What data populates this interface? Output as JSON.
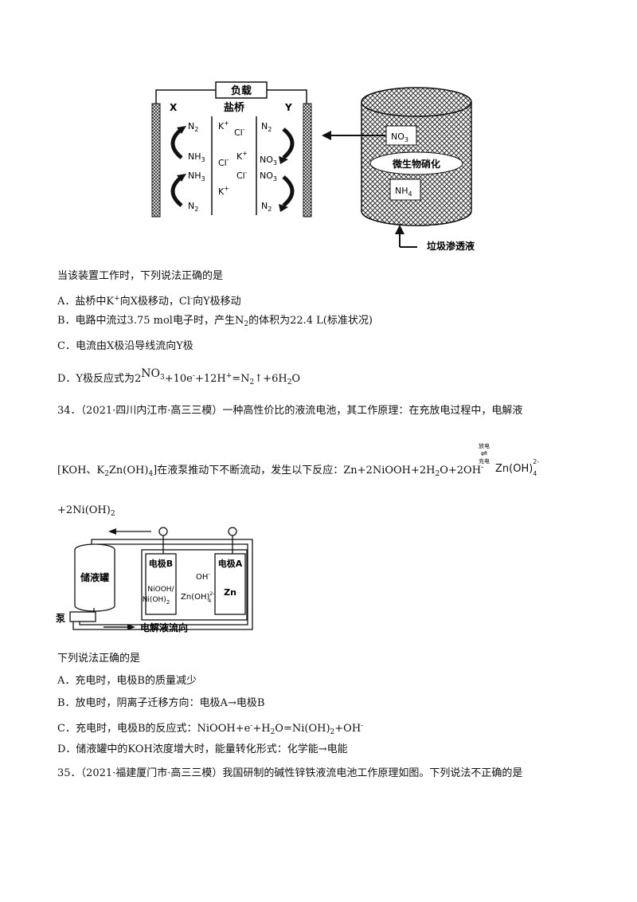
{
  "fig1": {
    "load": "负载",
    "salt_bridge": "盐桥",
    "x_label": "X",
    "y_label": "Y",
    "n2": "N",
    "n2_sub": "2",
    "nh3": "NH",
    "nh3_sub": "3",
    "k_plus": "K",
    "plus": "+",
    "cl_minus": "Cl",
    "minus": "-",
    "no3": "NO",
    "no3_sub": "3",
    "nitrification": "微生物硝化",
    "nh4": "NH",
    "nh4_sub": "4",
    "leachate": "垃圾渗透液"
  },
  "q33": {
    "stem": "当该装置工作时，下列说法正确的是",
    "a_pre": "A．盐桥中K",
    "a_mid": "向X极移动，Cl",
    "a_post": "向Y极移动",
    "b_pre": "B．电路中流过3.75 mol电子时，产生N",
    "b_post": "的体积为22.4 L(标准状况)",
    "c": "C．电流由X极沿导线流向Y极",
    "d_pre": "D．Y极反应式为2",
    "d_no3": "NO",
    "d_no3_sub": "3",
    "d_mid1": "+10e",
    "d_mid2": "+12H",
    "d_mid3": "=N",
    "d_mid4": "↑+6H",
    "d_end": "O"
  },
  "q34": {
    "line1": "34．（2021·四川内江市·高三三模）一种高性价比的液流电池，其工作原理：在充放电过程中，电解液",
    "line2_pre": "[KOH、K",
    "line2_mid": "Zn(OH)",
    "line2_post": "]在液泵推动下不断流动，发生以下反应：Zn+2NiOOH+2H",
    "line2_tail": "O+2OH",
    "discharge": "放电",
    "charge": "充电",
    "zn_oh": "Zn(OH)",
    "zn_sup": "2-",
    "zn_sub": "4",
    "line3": "+2Ni(OH)",
    "line3_sub": "2",
    "stem": "下列说法正确的是",
    "a": "A．充电时，电极B的质量减少",
    "b": "B．放电时，阴离子迁移方向：电极A→电极B",
    "c_pre": "C．充电时，电极B的反应式：NiOOH+e",
    "c_mid": "+H",
    "c_mid2": "O=Ni(OH)",
    "c_end": "+OH",
    "d": "D．储液罐中的KOH浓度增大时，能量转化形式：化学能→电能"
  },
  "fig2": {
    "tank": "储液罐",
    "electrode_b": "电极B",
    "electrode_a": "电极A",
    "niooh": "NiOOH/",
    "nioh2": "Ni(OH)",
    "oh": "OH",
    "znoh4": "Zn(OH)",
    "zn": "Zn",
    "pump": "泵",
    "flow": "电解液流向"
  },
  "q35": {
    "line1": "35．（2021·福建厦门市·高三三模）我国研制的碱性锌铁液流电池工作原理如图。下列说法不正确的是"
  }
}
